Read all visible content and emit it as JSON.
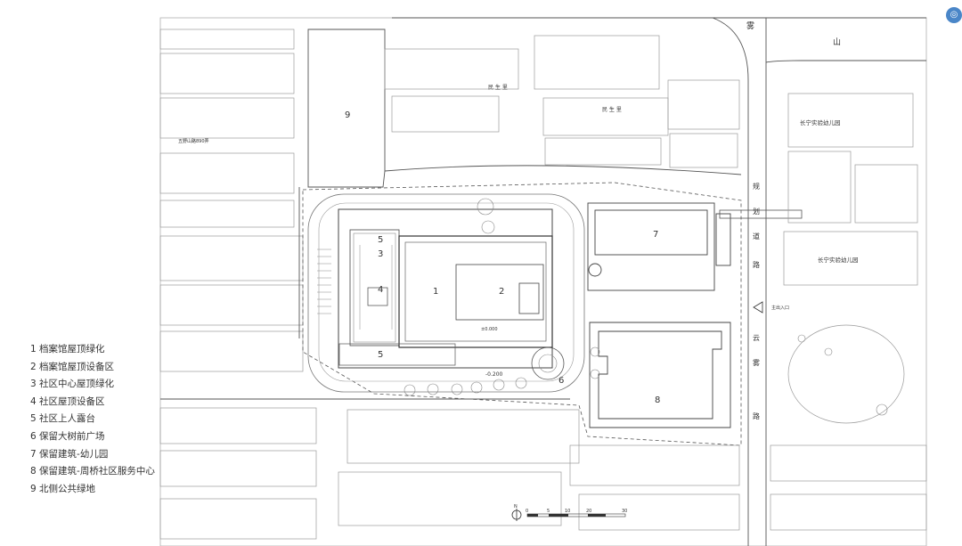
{
  "legend": {
    "items": [
      {
        "num": "1",
        "text": "档案馆屋顶绿化"
      },
      {
        "num": "2",
        "text": "档案馆屋顶设备区"
      },
      {
        "num": "3",
        "text": "社区中心屋顶绿化"
      },
      {
        "num": "4",
        "text": "社区屋顶设备区"
      },
      {
        "num": "5",
        "text": "社区上人露台"
      },
      {
        "num": "6",
        "text": "保留大树前广场"
      },
      {
        "num": "7",
        "text": "保留建筑-幼儿园"
      },
      {
        "num": "8",
        "text": "保留建筑-周桥社区服务中心"
      },
      {
        "num": "9",
        "text": "北侧公共绿地"
      }
    ]
  },
  "map_labels": {
    "n1": "1",
    "n2": "2",
    "n3": "3",
    "n4": "4",
    "n5a": "5",
    "n5b": "5",
    "n6": "6",
    "n7": "7",
    "n8": "8",
    "n9": "9",
    "kindergarten_1": "长宁实验幼儿园",
    "kindergarten_2": "长宁实验幼儿园",
    "minsheng_1": "民 生 里",
    "minsheng_2": "民 生 里",
    "wuyi_road": "五野山路890弄",
    "road_wu": "雾",
    "road_shan": "山",
    "road_gui": "规",
    "road_hua": "划",
    "road_dao": "道",
    "road_lu": "路",
    "road_yun": "云",
    "road_yi": "雾",
    "road_lu2": "路",
    "elevation": "-0.200",
    "elev_main": "±0.000",
    "north": "N",
    "entrance": "主出入口",
    "scale_0": "0",
    "scale_5": "5",
    "scale_10": "10",
    "scale_20": "20",
    "scale_30": "30"
  },
  "colors": {
    "line": "#555555",
    "light_line": "#9a9a9a",
    "legend_text": "#333333",
    "accent": "#4a86c8"
  },
  "icons": {
    "corner": "app-badge-icon",
    "north": "north-arrow-icon",
    "entrance": "entrance-arrow-icon"
  }
}
